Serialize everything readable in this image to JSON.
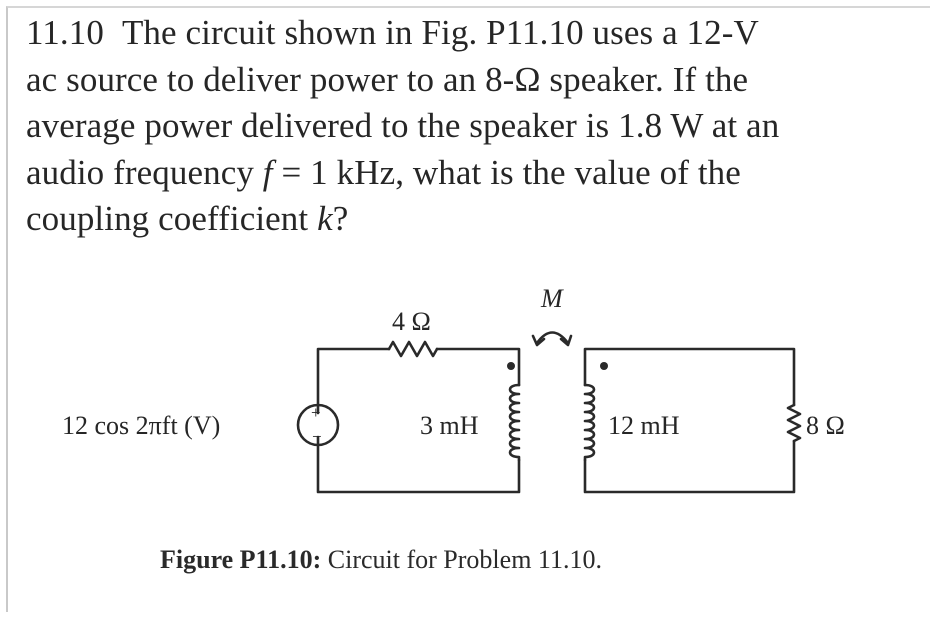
{
  "problem": {
    "number": "11.10",
    "line1": "The circuit shown in Fig. P11.10 uses a 12-V",
    "line2": "ac source to deliver power to an 8-Ω speaker.  If the",
    "line3": "average power delivered to the speaker is 1.8 W at an",
    "line4_pre": "audio frequency ",
    "line4_var": "f",
    "line4_post": " = 1 kHz, what is the value of the",
    "line5_pre": "coupling coefficient ",
    "line5_var": "k",
    "line5_post": "?"
  },
  "circuit": {
    "source_label": "12 cos 2πft (V)",
    "source_plus": "+",
    "source_minus": "−",
    "resistor1_label": "4 Ω",
    "mutual_label": "M",
    "inductor1_label": "3 mH",
    "inductor2_label": "12 mH",
    "resistor2_label": "8 Ω"
  },
  "caption": {
    "label": "Figure P11.10:",
    "text": "Circuit for Problem 11.10."
  }
}
